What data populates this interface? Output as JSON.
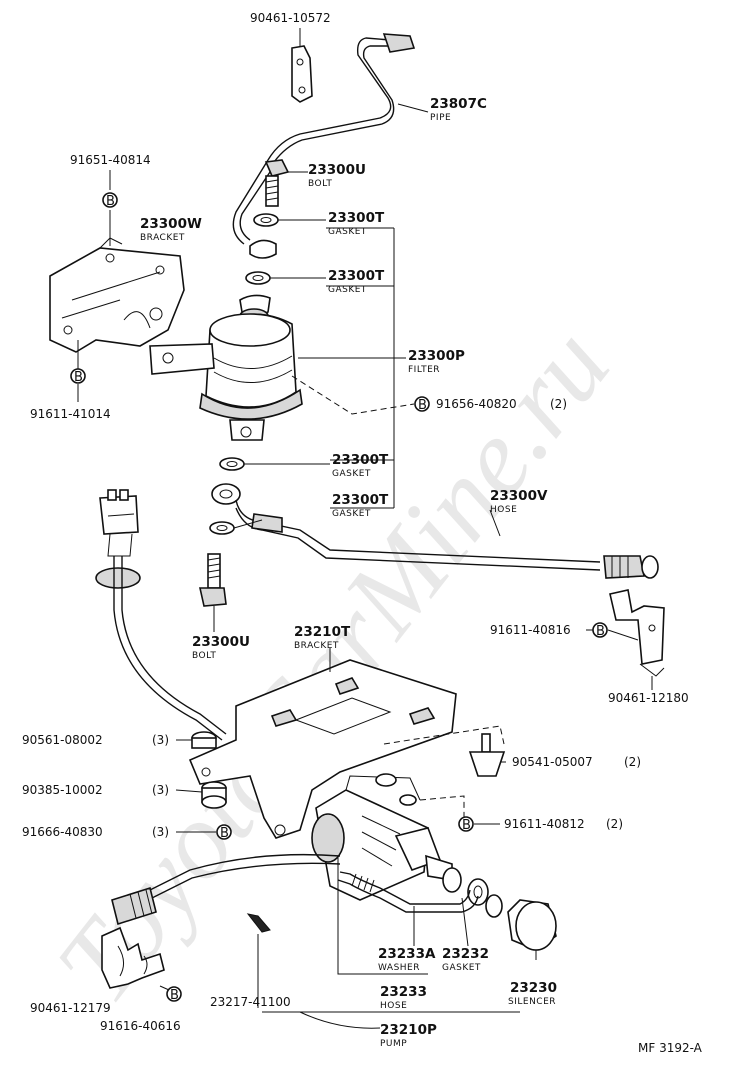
{
  "watermark": "ToyotaCarMine.ru",
  "diagram_code": "MF 3192-A",
  "parts": {
    "p90461_10572": {
      "number": "90461-10572"
    },
    "pipe": {
      "number": "23807C",
      "name": "PIPE"
    },
    "bolt_top": {
      "number": "23300U",
      "name": "BOLT"
    },
    "p91651_40814": {
      "number": "91651-40814"
    },
    "bracket_w": {
      "number": "23300W",
      "name": "BRACKET"
    },
    "gasket_1": {
      "number": "23300T",
      "name": "GASKET"
    },
    "gasket_2": {
      "number": "23300T",
      "name": "GASKET"
    },
    "filter": {
      "number": "23300P",
      "name": "FILTER"
    },
    "p91611_41014": {
      "number": "91611-41014"
    },
    "p91656_40820": {
      "number": "91656-40820",
      "qty": "(2)"
    },
    "gasket_3": {
      "number": "23300T",
      "name": "GASKET"
    },
    "gasket_4": {
      "number": "23300T",
      "name": "GASKET"
    },
    "hose_v": {
      "number": "23300V",
      "name": "HOSE"
    },
    "bolt_bottom": {
      "number": "23300U",
      "name": "BOLT"
    },
    "p91611_40816": {
      "number": "91611-40816"
    },
    "bracket_t": {
      "number": "23210T",
      "name": "BRACKET"
    },
    "p90461_12180": {
      "number": "90461-12180"
    },
    "p90561_08002": {
      "number": "90561-08002",
      "qty": "(3)"
    },
    "p90541_05007": {
      "number": "90541-05007",
      "qty": "(2)"
    },
    "p90385_10002": {
      "number": "90385-10002",
      "qty": "(3)"
    },
    "p91666_40830": {
      "number": "91666-40830",
      "qty": "(3)"
    },
    "p91611_40812": {
      "number": "91611-40812",
      "qty": "(2)"
    },
    "washer": {
      "number": "23233A",
      "name": "WASHER"
    },
    "gasket_5": {
      "number": "23232",
      "name": "GASKET"
    },
    "p90461_12179": {
      "number": "90461-12179"
    },
    "p23217_41100": {
      "number": "23217-41100"
    },
    "hose_23233": {
      "number": "23233",
      "name": "HOSE"
    },
    "silencer": {
      "number": "23230",
      "name": "SILENCER"
    },
    "p91616_40616": {
      "number": "91616-40616"
    },
    "pump": {
      "number": "23210P",
      "name": "PUMP"
    }
  },
  "b_marker": "B"
}
